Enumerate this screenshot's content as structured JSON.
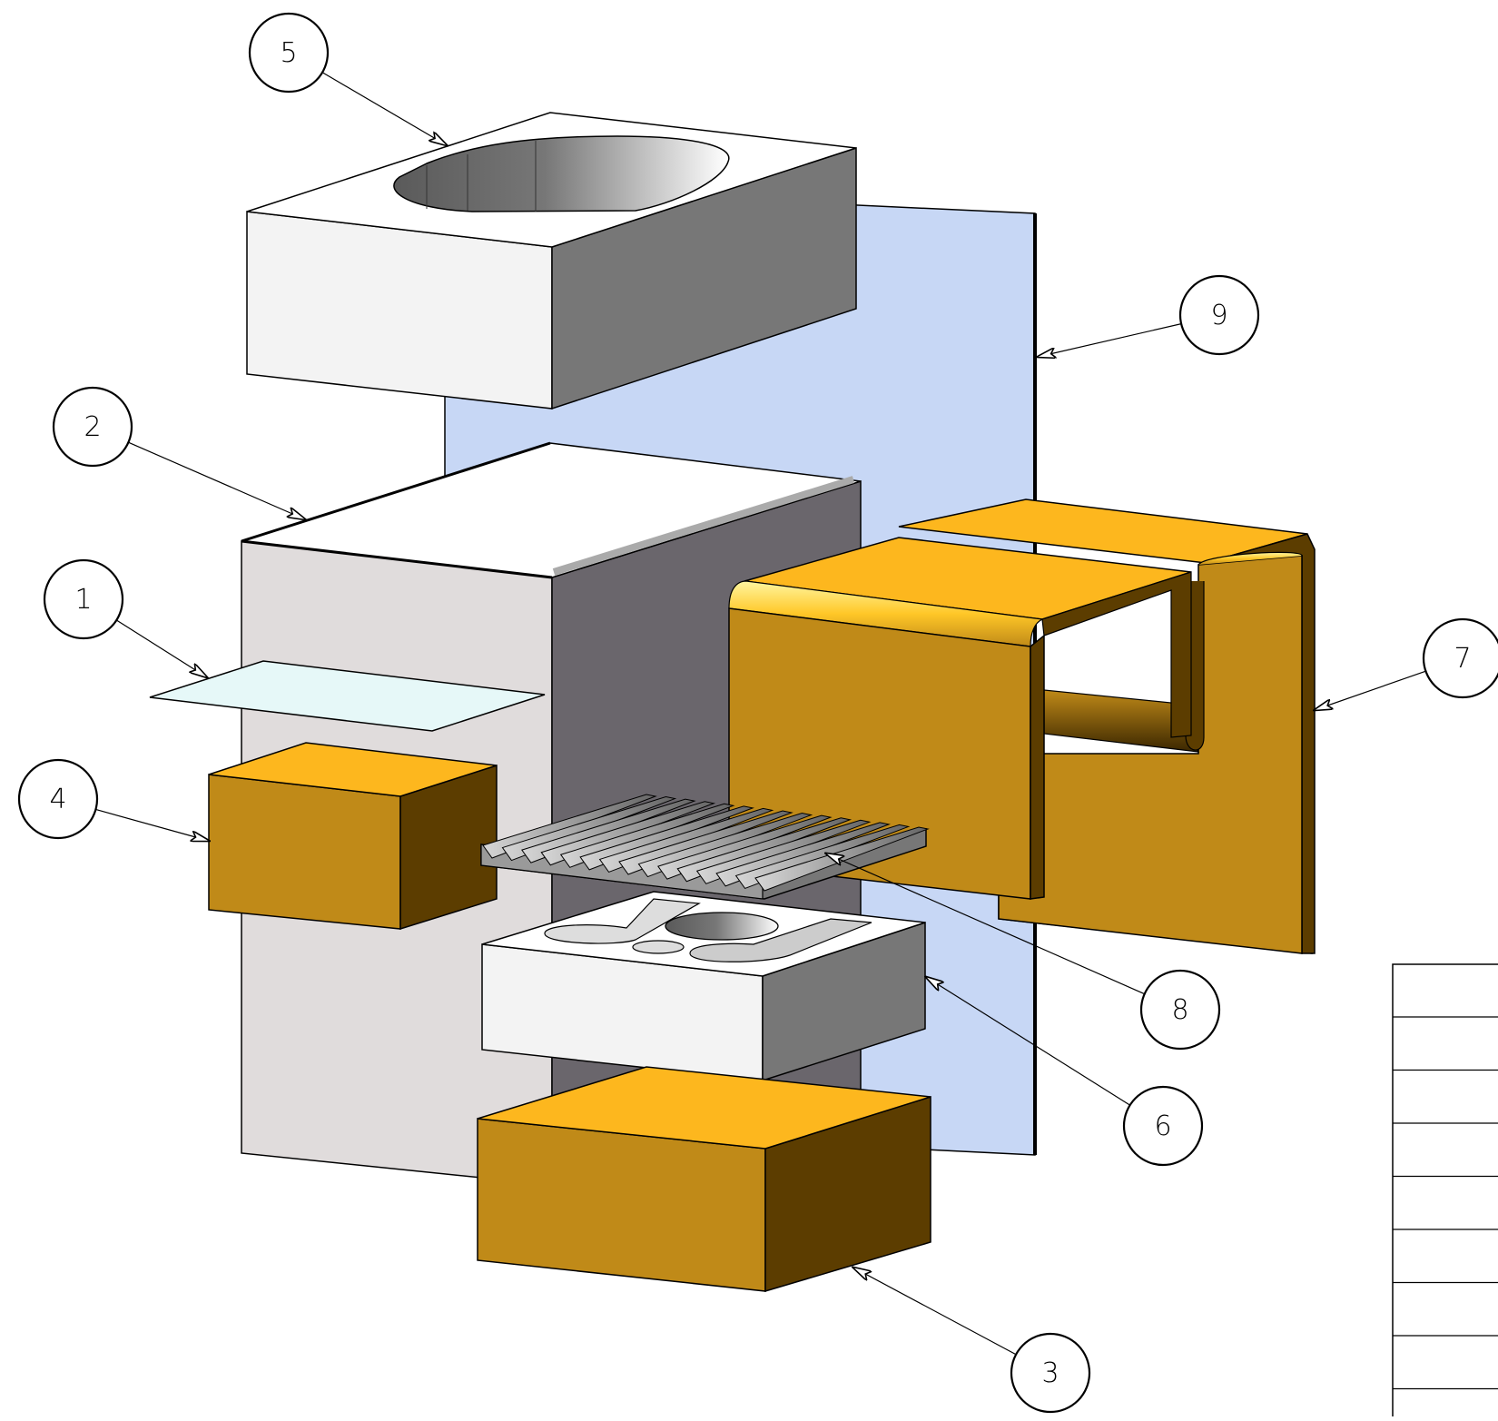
{
  "callouts": [
    {
      "id": "5",
      "label": "5"
    },
    {
      "id": "9",
      "label": "9"
    },
    {
      "id": "2",
      "label": "2"
    },
    {
      "id": "1",
      "label": "1"
    },
    {
      "id": "7",
      "label": "7"
    },
    {
      "id": "4",
      "label": "4"
    },
    {
      "id": "8",
      "label": "8"
    },
    {
      "id": "6",
      "label": "6"
    },
    {
      "id": "3",
      "label": "3"
    }
  ],
  "colors": {
    "gold_top": "#FDB71E",
    "gold_front": "#C08A18",
    "gold_side": "#5C3D00",
    "white_face": "#F3F3F3",
    "grey_side": "#777777",
    "panel_blue": "#C7D7F5",
    "block_front": "#E0DCDC",
    "block_side": "#6A666C",
    "film": "#E6F8F8"
  },
  "icons": [
    "callout-arrowhead-icon"
  ]
}
